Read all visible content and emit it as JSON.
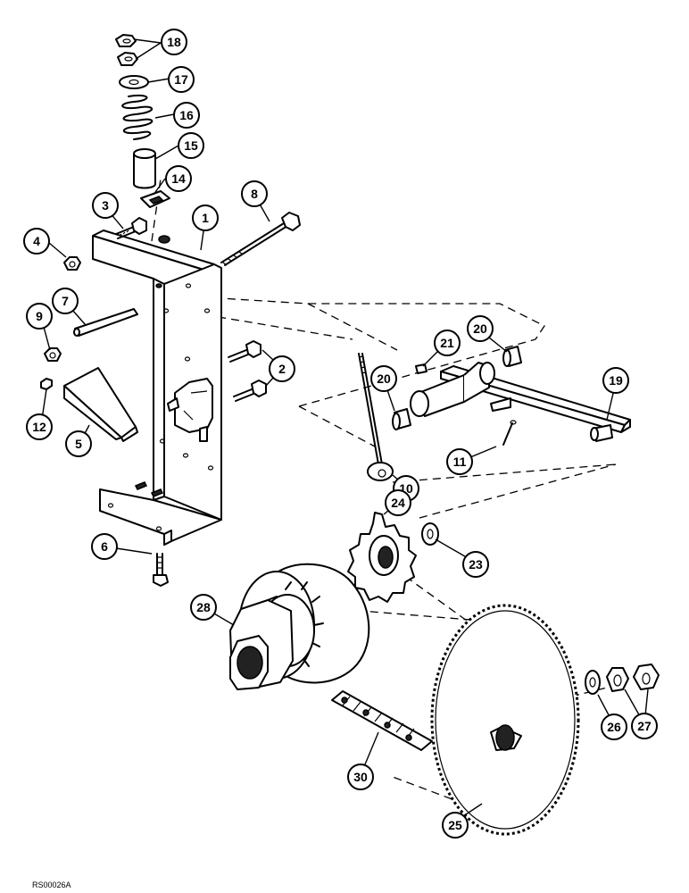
{
  "figure_code": "RS00026A",
  "callouts": [
    {
      "id": "c1",
      "label": "1"
    },
    {
      "id": "c2",
      "label": "2"
    },
    {
      "id": "c3",
      "label": "3"
    },
    {
      "id": "c4",
      "label": "4"
    },
    {
      "id": "c5",
      "label": "5"
    },
    {
      "id": "c6",
      "label": "6"
    },
    {
      "id": "c7",
      "label": "7"
    },
    {
      "id": "c8",
      "label": "8"
    },
    {
      "id": "c9",
      "label": "9"
    },
    {
      "id": "c10",
      "label": "10"
    },
    {
      "id": "c11",
      "label": "11"
    },
    {
      "id": "c12",
      "label": "12"
    },
    {
      "id": "c14",
      "label": "14"
    },
    {
      "id": "c15",
      "label": "15"
    },
    {
      "id": "c16",
      "label": "16"
    },
    {
      "id": "c17",
      "label": "17"
    },
    {
      "id": "c18",
      "label": "18"
    },
    {
      "id": "c19",
      "label": "19"
    },
    {
      "id": "c20a",
      "label": "20"
    },
    {
      "id": "c20b",
      "label": "20"
    },
    {
      "id": "c21",
      "label": "21"
    },
    {
      "id": "c23",
      "label": "23"
    },
    {
      "id": "c24",
      "label": "24"
    },
    {
      "id": "c25",
      "label": "25"
    },
    {
      "id": "c26",
      "label": "26"
    },
    {
      "id": "c27",
      "label": "27"
    },
    {
      "id": "c28",
      "label": "28"
    },
    {
      "id": "c30",
      "label": "30"
    }
  ]
}
